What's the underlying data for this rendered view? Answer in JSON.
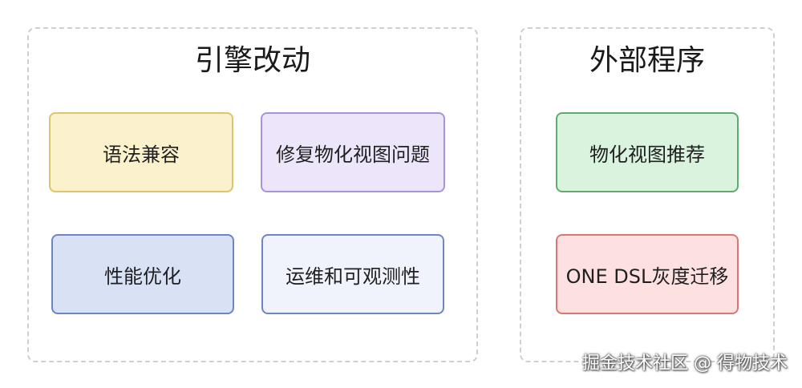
{
  "groups": {
    "engine": {
      "title": "引擎改动"
    },
    "external": {
      "title": "外部程序"
    }
  },
  "nodes": {
    "syntax": "语法兼容",
    "mv_fix": "修复物化视图问题",
    "perf": "性能优化",
    "ops": "运维和可观测性",
    "mv_rec": "物化视图推荐",
    "dsl": "ONE DSL灰度迁移"
  },
  "watermark": "掘金技术社区 @ 得物技术",
  "colors": {
    "yellow": "#fbf1cc",
    "purple": "#ede6fb",
    "blue": "#d9e1f5",
    "light_blue": "#f0f3fc",
    "green": "#d9f3df",
    "red": "#fde1e1",
    "group_border": "#cfcfcf"
  }
}
